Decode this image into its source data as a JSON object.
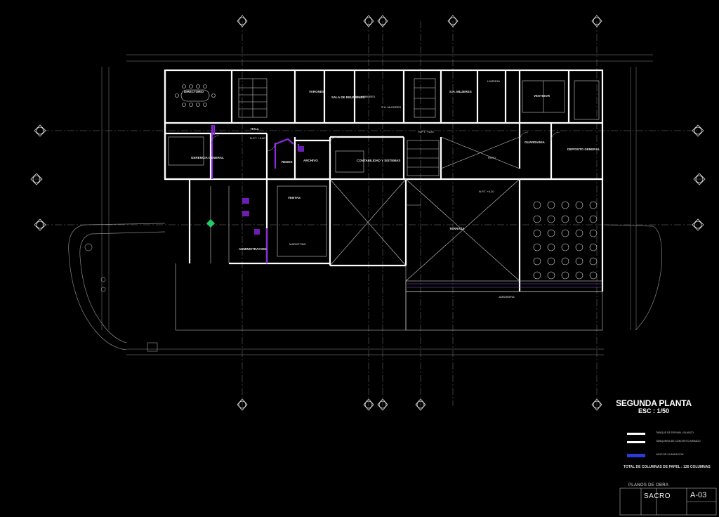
{
  "drawing": {
    "title": "SEGUNDA PLANTA",
    "scale": "ESC : 1/50",
    "total_columns": "TOTAL DE COLUMNAS DE PAPEL : 126 COLUMNAS",
    "colors": {
      "background": "#000000",
      "lines": "#ffffff",
      "accent": "#8a2be2",
      "legend_bar": "#2b3bd6",
      "green_marker": "#22cc66"
    }
  },
  "rooms": {
    "directorio": "DIRECTORIO",
    "varones": "VARONES",
    "sala_reuniones": "SALA DE REUNIONES",
    "sh_hombres": "S.H. HOMBRES",
    "sh_mujeres": "S.H. MUJERES",
    "sh_mujeres_2": "S.H. MUJERES",
    "limpieza": "LIMPIEZA",
    "vestidor": "VESTIDOR",
    "hall": "HALL",
    "gerencia": "GERENCIA GENERAL",
    "redes": "REDES",
    "archivo": "ARCHIVO",
    "contabilidad": "CONTABILIDAD Y SISTEMAS",
    "guardiania": "GUARDIANIA",
    "deposito": "DEPOSITO GENERAL",
    "ventas": "VENTAS",
    "administracion": "ADMINISTRACION",
    "marketing": "MARKETING",
    "terraza": "TERRAZA",
    "jardinera": "JARDINERA",
    "patio": "PATIO"
  },
  "levels": {
    "hall": "N.P.T. +4.20",
    "patio": "N.P.T. +4.20",
    "terraza": "N.P.T. +4.20"
  },
  "legend": {
    "item1": "TABIQUE DE DRYWALL BLANCO",
    "item2": "TABIQUERIA DE CONCRETO ARMADO",
    "item3": "VANO DE ILUMINACION"
  },
  "title_block": {
    "header": "PLANOS DE OBRA",
    "logo": "SACRO",
    "sheet": "A-03"
  }
}
